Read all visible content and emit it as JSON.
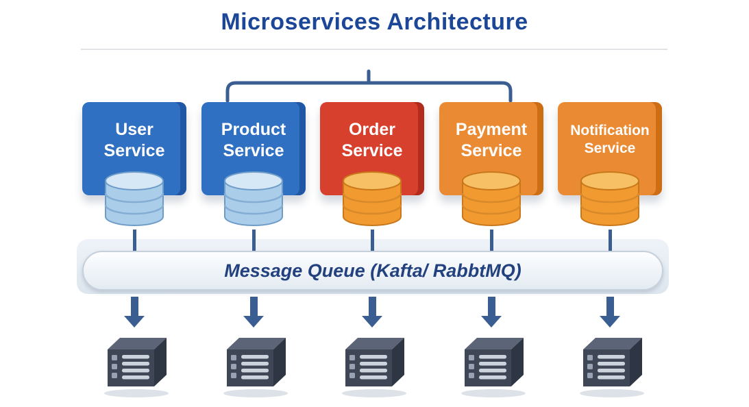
{
  "title": "Microservices Architecture",
  "services": [
    {
      "id": "user",
      "line1": "User",
      "line2": "Service",
      "box_color": "#2f70c2",
      "box_shade": "#2057a5",
      "database": "blue-database"
    },
    {
      "id": "product",
      "line1": "Product",
      "line2": "Service",
      "box_color": "#2f70c2",
      "box_shade": "#2057a5",
      "database": "blue-database"
    },
    {
      "id": "order",
      "line1": "Order",
      "line2": "Service",
      "box_color": "#d8402e",
      "box_shade": "#b12c1c",
      "database": "orange-database"
    },
    {
      "id": "payment",
      "line1": "Payment",
      "line2": "Service",
      "box_color": "#ea8a33",
      "box_shade": "#cd6d14",
      "database": "orange-database"
    },
    {
      "id": "notification",
      "line1": "Notification",
      "line2": "Service",
      "box_color": "#ea8a33",
      "box_shade": "#cd6d14",
      "database": "orange-database"
    }
  ],
  "message_queue": {
    "label": "Message Queue (Kafta/ RabbtMQ)"
  },
  "icons": {
    "database": "database-cylinder-icon",
    "server": "server-box-icon",
    "arrow": "down-arrow-icon",
    "connector": "bracket-connector-line"
  },
  "colors": {
    "title_text": "#1c4697",
    "queue_text": "#22417e",
    "connector_line": "#3b5e92",
    "blue_service": "#2f70c2",
    "red_service": "#d8402e",
    "orange_service": "#ea8a33",
    "blue_database": "#aacdea",
    "orange_database": "#f09a30",
    "server_body": "#3f4757",
    "background": "#ffffff"
  }
}
